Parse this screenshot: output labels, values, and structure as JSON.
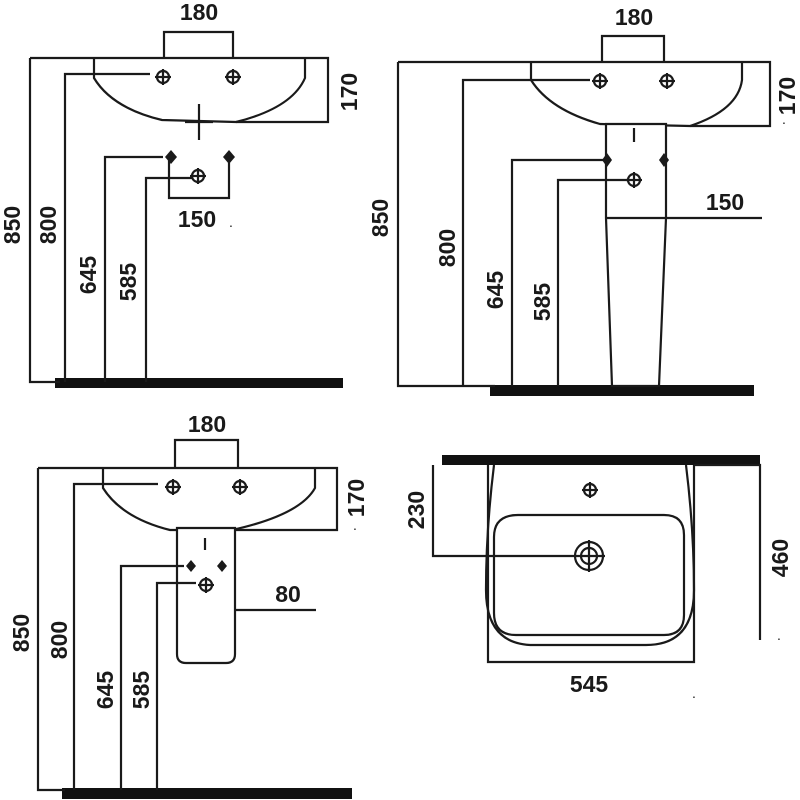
{
  "dimensions": {
    "tl": {
      "top": "180",
      "right": "170",
      "outer": "850",
      "inner": "800",
      "low1": "645",
      "low2": "585",
      "bottom": "150"
    },
    "tr": {
      "top": "180",
      "right": "170",
      "outer": "850",
      "inner": "800",
      "low1": "645",
      "low2": "585",
      "pedestal": "150"
    },
    "bl": {
      "top": "180",
      "right": "170",
      "outer": "850",
      "inner": "800",
      "low1": "645",
      "low2": "585",
      "pedestal": "80"
    },
    "br": {
      "depth": "230",
      "height": "460",
      "width": "545"
    }
  },
  "dots": "."
}
